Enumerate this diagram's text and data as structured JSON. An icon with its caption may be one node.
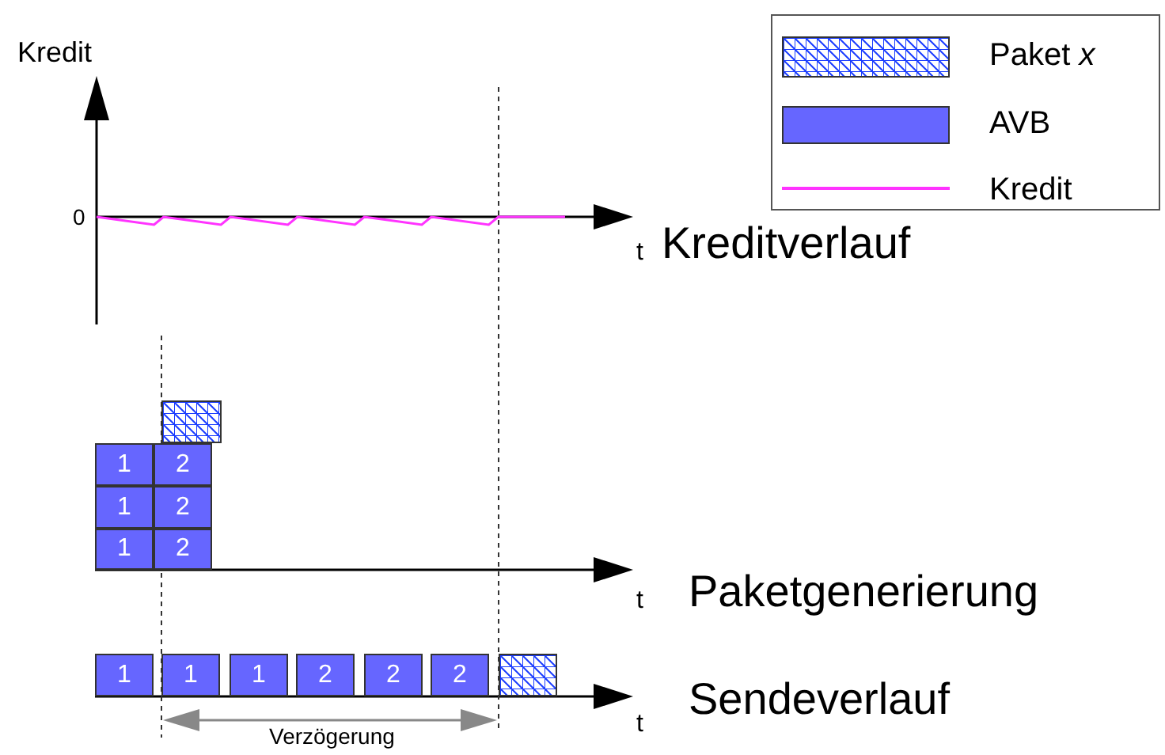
{
  "diagram": {
    "nodes": [
      {
        "text": [],
        "shape": "box"
      },
      {
        "text": [
          "1"
        ]
      },
      {
        "text": [
          "2"
        ]
      },
      {
        "text": [
          "1"
        ]
      },
      {
        "text": [
          "2"
        ]
      },
      {
        "text": [
          "1"
        ]
      },
      {
        "text": [
          "2"
        ]
      },
      {
        "text": [
          "1"
        ]
      },
      {
        "text": [
          "1"
        ]
      },
      {
        "text": [
          "1"
        ]
      },
      {
        "text": [
          "2"
        ]
      },
      {
        "text": [
          "2"
        ]
      },
      {
        "text": [
          "2"
        ]
      },
      {
        "text": [],
        "shape": "box"
      }
    ],
    "labels": [
      "Kredit",
      "0",
      "t",
      "Kreditverlauf",
      "t",
      "Paketgenerierung",
      "t",
      "Sendeverlauf",
      "Verzögerung"
    ],
    "legend": [
      {
        "text": "Paket *x*"
      },
      {
        "text": "AVB",
        "color": "#6666ff"
      },
      {
        "text": "Kredit"
      }
    ]
  }
}
